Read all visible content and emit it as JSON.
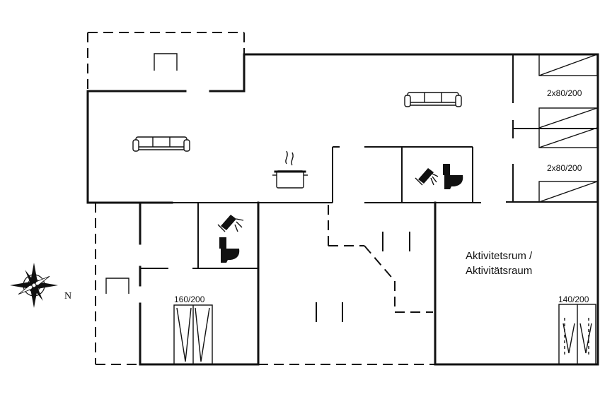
{
  "labels": {
    "bed_upper": "2x80/200",
    "bed_middle": "2x80/200",
    "activity_room_line1": "Aktivitetsrum /",
    "activity_room_line2": "Aktivitätsraum",
    "bed_right": "140/200",
    "bed_left": "160/200",
    "compass_north": "N"
  },
  "icons": {
    "sofa": "sofa-icon",
    "cooking_pot": "cooking-pot-icon",
    "shower": "shower-icon",
    "toilet": "toilet-icon",
    "compass": "compass-rose-icon"
  },
  "colors": {
    "line": "#111111",
    "background": "#ffffff"
  }
}
